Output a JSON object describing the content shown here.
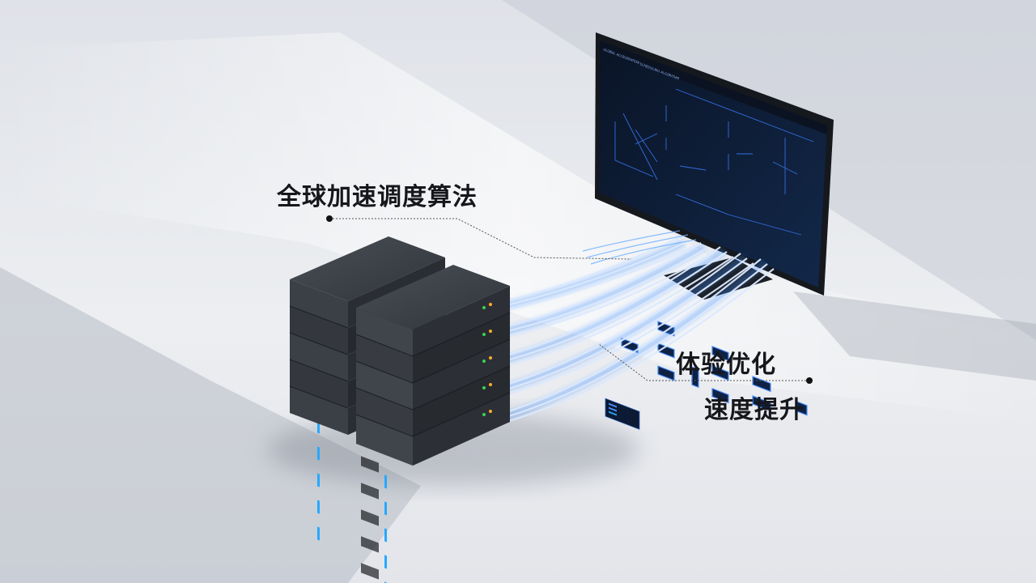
{
  "scene": {
    "description_subjects": [
      "server-rack-stack",
      "monitor",
      "fiber-cables"
    ]
  },
  "labels": {
    "algorithm": "全球加速调度算法",
    "experience": "体验优化",
    "speed": "速度提升"
  },
  "monitor": {
    "header_left": "GLOBAL ACCELERATION",
    "header_tab": "SCHEDULING ALGORITHM"
  },
  "colors": {
    "background": "#e9ebef",
    "server_body": "#2e3136",
    "screen": "#0d1b33",
    "cable_glow": "#3a8dff",
    "led_blue": "#27a8ff",
    "led_green": "#39d353",
    "led_orange": "#ffaa2b"
  }
}
